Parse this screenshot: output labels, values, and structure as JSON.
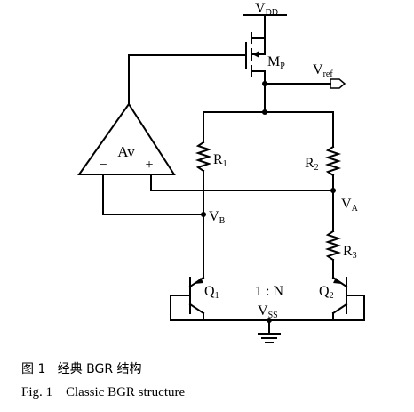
{
  "circuit": {
    "vdd": {
      "main": "V",
      "sub": "DD"
    },
    "vss": {
      "main": "V",
      "sub": "SS"
    },
    "mp": {
      "main": "M",
      "sub": "P"
    },
    "vref": {
      "main": "V",
      "sub": "ref"
    },
    "amp": "Av",
    "amp_minus": "−",
    "amp_plus": "+",
    "r1": {
      "main": "R",
      "sub": "1"
    },
    "r2": {
      "main": "R",
      "sub": "2"
    },
    "r3": {
      "main": "R",
      "sub": "3"
    },
    "va": {
      "main": "V",
      "sub": "A"
    },
    "vb": {
      "main": "V",
      "sub": "B"
    },
    "q1": {
      "main": "Q",
      "sub": "1"
    },
    "q2": {
      "main": "Q",
      "sub": "2"
    },
    "ratio": "1   :   N"
  },
  "caption": {
    "chinese": "图 1   经典 BGR 结构",
    "english": "Fig. 1    Classic BGR structure"
  }
}
